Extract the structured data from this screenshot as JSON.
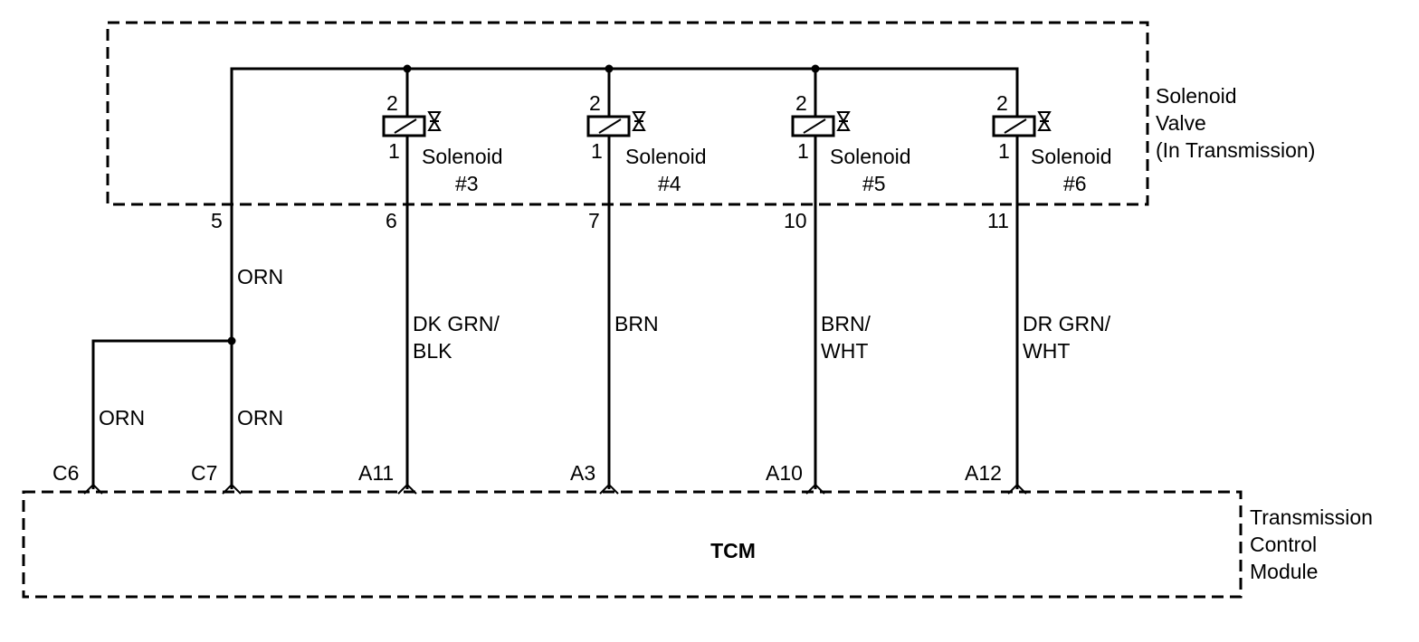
{
  "solenoid_box": {
    "label_line1": "Solenoid",
    "label_line2": "Valve",
    "label_line3": "(In Transmission)"
  },
  "module_box": {
    "label_line1": "Transmission",
    "label_line2": "Control",
    "label_line3": "Module",
    "name": "TCM"
  },
  "common_feed": {
    "pin": "5",
    "wire_upper": "ORN",
    "wire_lower": "ORN",
    "branch_wire": "ORN"
  },
  "solenoids": [
    {
      "pin_top": "2",
      "pin_bottom": "1",
      "name": "Solenoid",
      "number": "#3",
      "connector_pin": "6",
      "wire_line1": "DK GRN/",
      "wire_line2": "BLK",
      "tcm_pin": "A11"
    },
    {
      "pin_top": "2",
      "pin_bottom": "1",
      "name": "Solenoid",
      "number": "#4",
      "connector_pin": "7",
      "wire_line1": "BRN",
      "wire_line2": "",
      "tcm_pin": "A3"
    },
    {
      "pin_top": "2",
      "pin_bottom": "1",
      "name": "Solenoid",
      "number": "#5",
      "connector_pin": "10",
      "wire_line1": "BRN/",
      "wire_line2": "WHT",
      "tcm_pin": "A10"
    },
    {
      "pin_top": "2",
      "pin_bottom": "1",
      "name": "Solenoid",
      "number": "#6",
      "connector_pin": "11",
      "wire_line1": "DR GRN/",
      "wire_line2": "WHT",
      "tcm_pin": "A12"
    }
  ],
  "tcm_pins": {
    "c6": "C6",
    "c7": "C7"
  }
}
